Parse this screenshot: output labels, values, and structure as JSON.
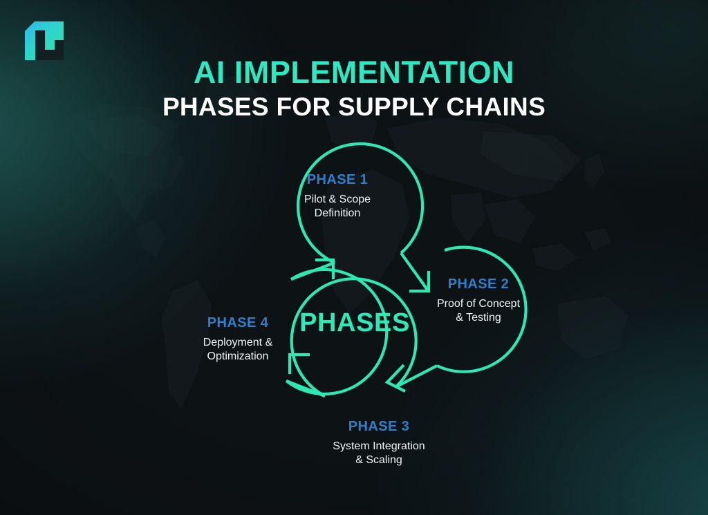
{
  "meta": {
    "logo_name": "brand-logo-mark"
  },
  "header": {
    "title_line1": "AI IMPLEMENTATION",
    "title_line2": "PHASES FOR SUPPLY CHAINS"
  },
  "diagram": {
    "center_label": "PHASES",
    "phases": [
      {
        "id": "phase-1",
        "title": "PHASE 1",
        "description": "Pilot & Scope\nDefinition",
        "desc_line1": "Pilot & Scope",
        "desc_line2": "Definition"
      },
      {
        "id": "phase-2",
        "title": "PHASE 2",
        "description": "Proof of Concept\n& Testing",
        "desc_line1": "Proof of Concept",
        "desc_line2": "& Testing"
      },
      {
        "id": "phase-3",
        "title": "PHASE 3",
        "description": "System Integration\n& Scaling",
        "desc_line1": "System Integration",
        "desc_line2": "& Scaling"
      },
      {
        "id": "phase-4",
        "title": "PHASE 4",
        "description": "Deployment &\nOptimization",
        "desc_line1": "Deployment &",
        "desc_line2": "Optimization"
      }
    ],
    "flow_order": [
      "PHASE 1",
      "PHASE 2",
      "PHASE 3",
      "PHASE 4"
    ]
  },
  "colors": {
    "accent_teal": "#2ee8b8",
    "phase_label_blue": "#2f80cc",
    "text_white": "#ffffff",
    "background_dark": "#0d1215",
    "background_glow_teal": "#246762",
    "logo_gradient_start": "#2fb3e8",
    "logo_gradient_end": "#2ee0a8"
  }
}
